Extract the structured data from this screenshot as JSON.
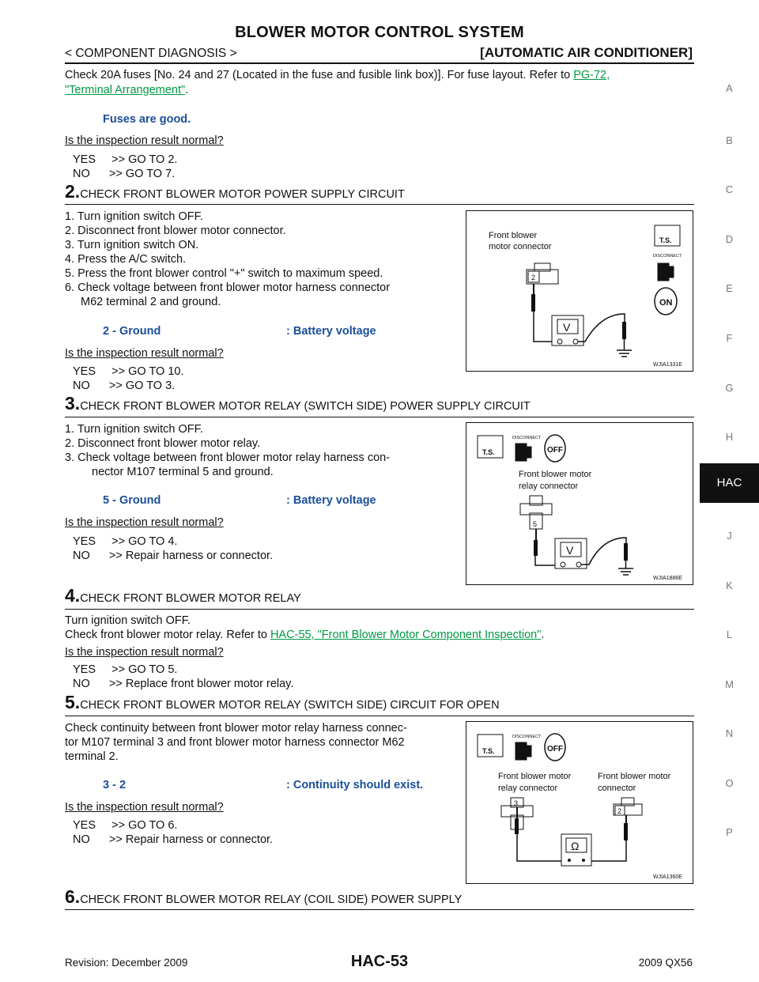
{
  "header": {
    "title": "BLOWER MOTOR CONTROL SYSTEM",
    "section": "< COMPONENT DIAGNOSIS >",
    "category": "[AUTOMATIC AIR CONDITIONER]"
  },
  "step1": {
    "text": "Check 20A fuses [No. 24 and 27 (Located in the fuse and fusible link box)]. For fuse layout. Refer to ",
    "link1": "PG-72,",
    "link2": "\"Terminal Arrangement\"",
    "after_link": ".",
    "spec": "Fuses are good.",
    "question": "Is the inspection result normal?",
    "yes": "YES     >> GO TO 2.",
    "no": "NO      >> GO TO 7."
  },
  "step2": {
    "num": "2.",
    "title": "CHECK FRONT BLOWER MOTOR POWER SUPPLY CIRCUIT",
    "items": [
      "1.  Turn ignition switch OFF.",
      "2.  Disconnect front blower motor connector.",
      "3.  Turn ignition switch ON.",
      "4.  Press the A/C switch.",
      "5.  Press the front blower control \"+\" switch to maximum speed.",
      "6.  Check voltage between front blower motor harness connector",
      "M62 terminal 2 and ground."
    ],
    "spec_left": "2 - Ground",
    "spec_right": ": Battery voltage",
    "question": "Is the inspection result normal?",
    "yes": "YES     >> GO TO 10.",
    "no": "NO      >> GO TO 3.",
    "figure": {
      "label1": "Front blower",
      "label2": "motor connector",
      "terminal": "2",
      "meter": "V",
      "ts": "T.S.",
      "disconnect": "DISCONNECT",
      "on": "ON",
      "code": "WJIA1331E"
    }
  },
  "step3": {
    "num": "3.",
    "title": "CHECK FRONT BLOWER MOTOR RELAY (SWITCH SIDE) POWER SUPPLY CIRCUIT",
    "items": [
      "1.  Turn ignition switch OFF.",
      "2.  Disconnect front blower motor relay.",
      "3.  Check voltage between front blower motor relay harness con-",
      "nector M107 terminal 5 and ground."
    ],
    "spec_left": "5 - Ground",
    "spec_right": ": Battery voltage",
    "question": "Is the inspection result normal?",
    "yes": "YES     >> GO TO 4.",
    "no": "NO      >> Repair harness or connector.",
    "figure": {
      "label1": "Front blower motor",
      "label2": "relay connector",
      "terminal": "5",
      "meter": "V",
      "ts": "T.S.",
      "disconnect": "DISCONNECT",
      "off": "OFF",
      "code": "WJIA1886E"
    }
  },
  "step4": {
    "num": "4.",
    "title": "CHECK FRONT BLOWER MOTOR RELAY",
    "line1": "Turn ignition switch OFF.",
    "line2_pre": "Check front blower motor relay. Refer to ",
    "link": "HAC-55, \"Front Blower Motor Component Inspection\"",
    "line2_post": ".",
    "question": "Is the inspection result normal?",
    "yes": "YES     >> GO TO 5.",
    "no": "NO      >> Replace front blower motor relay."
  },
  "step5": {
    "num": "5.",
    "title": "CHECK FRONT BLOWER MOTOR RELAY (SWITCH SIDE) CIRCUIT FOR OPEN",
    "lines": [
      "Check continuity between front blower motor relay harness connec-",
      "tor M107 terminal 3 and front blower motor harness connector M62",
      "terminal 2."
    ],
    "spec_left": "3 - 2",
    "spec_right": ": Continuity should exist.",
    "question": "Is the inspection result normal?",
    "yes": "YES     >> GO TO 6.",
    "no": "NO      >> Repair harness or connector.",
    "figure": {
      "label1a": "Front blower motor",
      "label1b": "relay connector",
      "label2a": "Front blower motor",
      "label2b": "connector",
      "terminal_a": "3",
      "terminal_b": "2",
      "meter": "Ω",
      "ts": "T.S.",
      "disconnect": "DISCONNECT",
      "off": "OFF",
      "code": "WJIA1360E"
    }
  },
  "step6": {
    "num": "6.",
    "title": "CHECK FRONT BLOWER MOTOR RELAY (COIL SIDE) POWER SUPPLY"
  },
  "side_tabs": [
    "A",
    "B",
    "C",
    "D",
    "E",
    "F",
    "G",
    "H",
    "HAC",
    "J",
    "K",
    "L",
    "M",
    "N",
    "O",
    "P"
  ],
  "footer": {
    "revision": "Revision: December 2009",
    "page": "HAC-53",
    "model": "2009 QX56"
  }
}
